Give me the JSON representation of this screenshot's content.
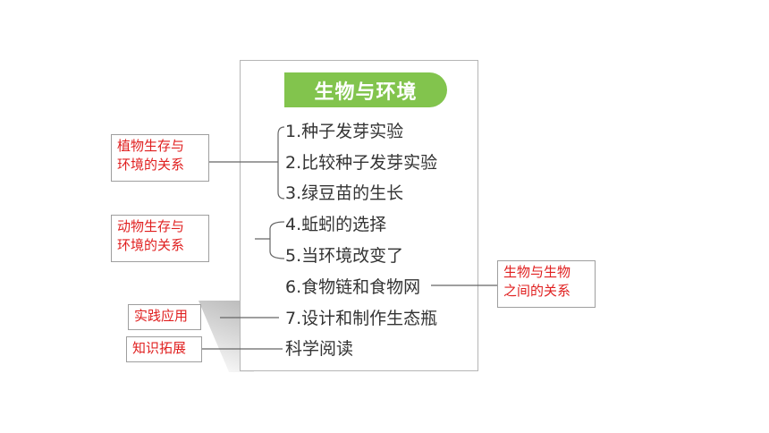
{
  "title": "生物与环境",
  "items": [
    "1.种子发芽实验",
    "2.比较种子发芽实验",
    "3.绿豆苗的生长",
    "4.蚯蚓的选择",
    "5.当环境改变了",
    "6.食物链和食物网",
    "7.设计和制作生态瓶",
    "科学阅读"
  ],
  "labels": {
    "plant": [
      "植物生存与",
      "环境的关系"
    ],
    "animal": [
      "动物生存与",
      "环境的关系"
    ],
    "organism": [
      "生物与生物",
      "之间的关系"
    ],
    "practice": "实践应用",
    "knowledge": "知识拓展"
  },
  "colors": {
    "title_bg": "#82c44d",
    "label_text": "#e02020"
  }
}
